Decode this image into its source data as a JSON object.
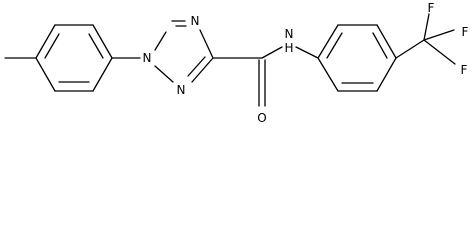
{
  "structure": {
    "atom_labels": {
      "n1": "N",
      "n2": "N",
      "n4": "N",
      "nh": "N",
      "h": "H",
      "o": "O",
      "f1": "F",
      "f2": "F",
      "f3": "F"
    }
  }
}
